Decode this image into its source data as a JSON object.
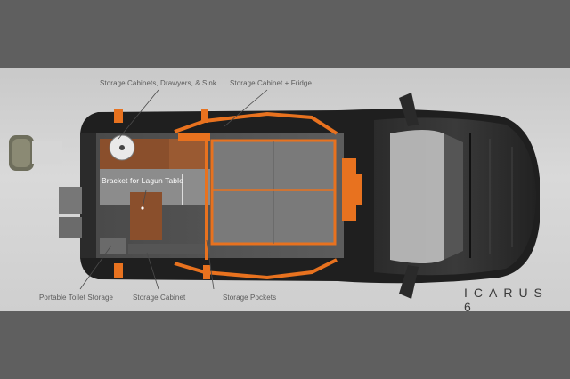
{
  "labels": {
    "storage_cabinets_sink": "Storage Cabinets, Drawyers, & Sink",
    "storage_cabinet_fridge": "Storage Cabinet + Fridge",
    "bracket_lagun_table": "Bracket for Lagun Table",
    "portable_toilet_storage": "Portable Toilet Storage",
    "storage_cabinet": "Storage Cabinet",
    "storage_pockets": "Storage Pockets"
  },
  "brand": "ICARUS 6",
  "colors": {
    "accent_orange": "#e8721f",
    "wood": "#8a4f2c",
    "truck_body": "#2a2a2a",
    "cushion": "#7a7a7a"
  }
}
